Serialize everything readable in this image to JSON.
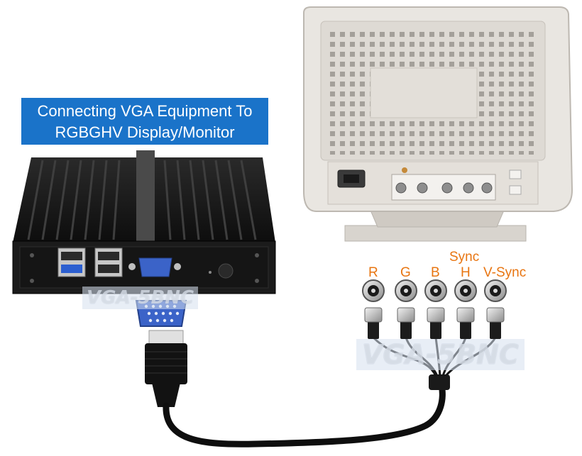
{
  "title": {
    "line1": "Connecting VGA Equipment To",
    "line2": "RGBGHV Display/Monitor"
  },
  "connector_labels": {
    "r": "R",
    "g": "G",
    "b": "B",
    "h_top": "Sync",
    "h": "H",
    "v": "V-Sync"
  },
  "watermarks": {
    "pc": "VGA-5BNC",
    "cable": "VGA-5BNC"
  },
  "colors": {
    "title_bg": "#1a73c9",
    "label_orange": "#e87511",
    "monitor_body": "#e9e6e1",
    "pc_body": "#1b1b1b",
    "vga_blue": "#3b63c8"
  }
}
